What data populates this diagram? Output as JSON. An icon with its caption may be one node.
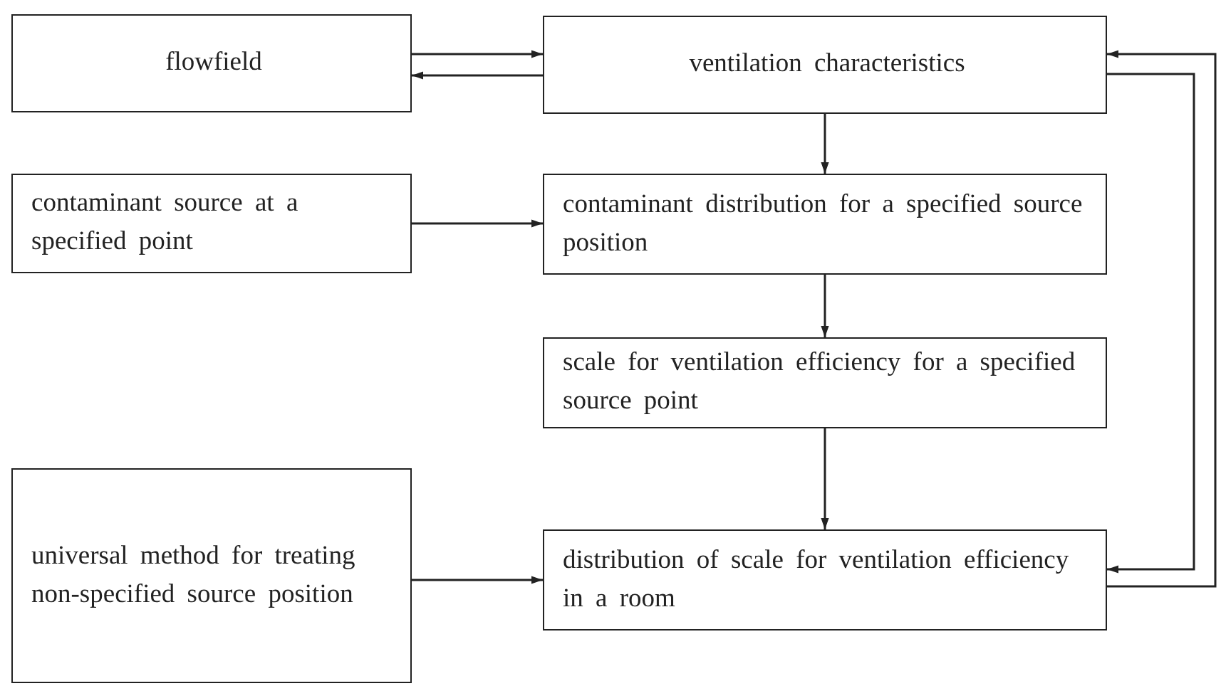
{
  "diagram": {
    "nodes": [
      {
        "text": [
          "flowfield"
        ]
      },
      {
        "text": [
          "ventilation characteristics"
        ]
      },
      {
        "text": [
          "contaminant source at a specified point"
        ]
      },
      {
        "text": [
          "contaminant distribution for a specified source position"
        ]
      },
      {
        "text": [
          "scale for ventilation efficiency for a specified source point"
        ]
      },
      {
        "text": [
          "universal method for treating non-specified source position"
        ]
      },
      {
        "text": [
          "distribution of scale for ventilation efficiency in a room"
        ]
      }
    ],
    "edges": [
      {
        "from": 0,
        "to": 1,
        "arrow": "to"
      },
      {
        "from": 1,
        "to": 0,
        "arrow": "to"
      },
      {
        "from": 1,
        "to": 3,
        "arrow": "to"
      },
      {
        "from": 2,
        "to": 3,
        "arrow": "to"
      },
      {
        "from": 3,
        "to": 4,
        "arrow": "to"
      },
      {
        "from": 4,
        "to": 6,
        "arrow": "to"
      },
      {
        "from": 5,
        "to": 6,
        "arrow": "to"
      },
      {
        "from": 1,
        "to": 6,
        "arrow": "to"
      },
      {
        "from": 6,
        "to": 1,
        "arrow": "to"
      }
    ]
  }
}
